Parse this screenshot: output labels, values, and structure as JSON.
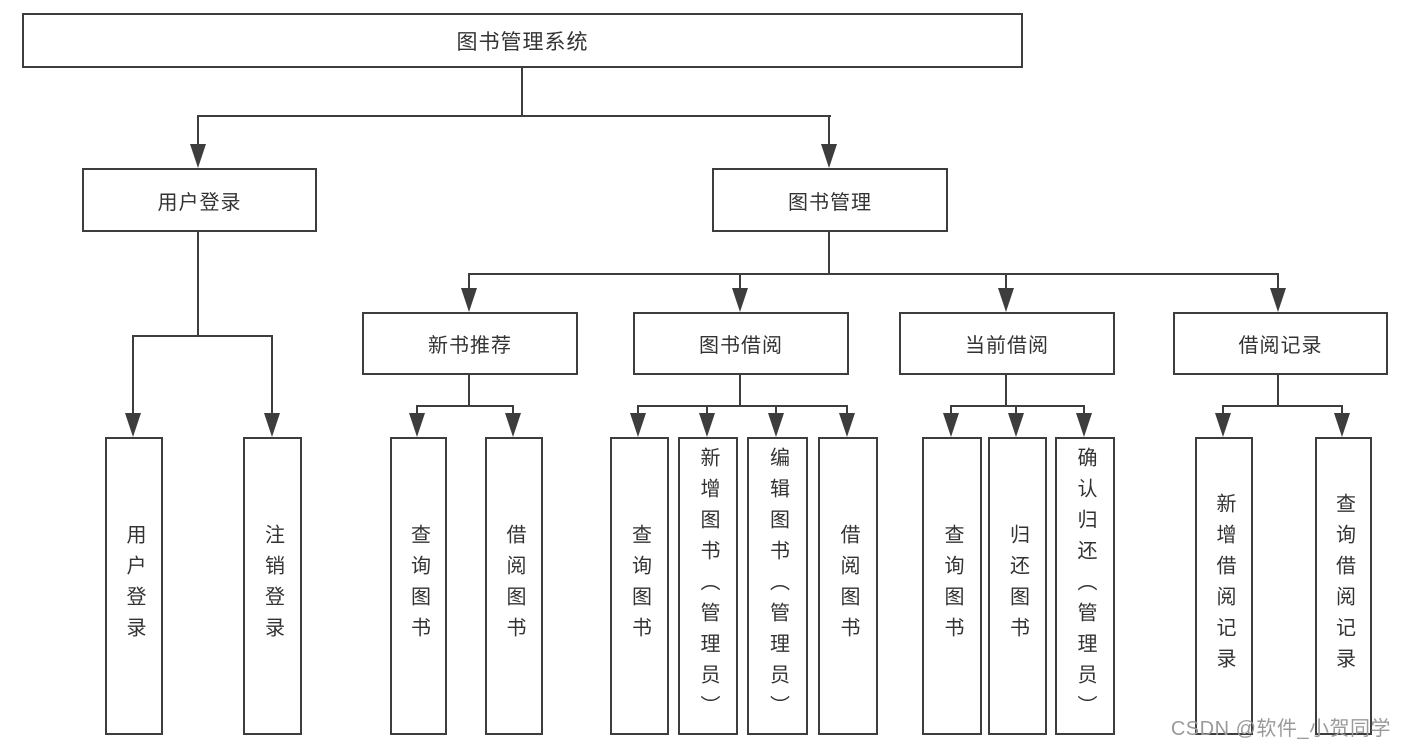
{
  "diagram": {
    "root": {
      "label": "图书管理系统"
    },
    "user_login": {
      "label": "用户登录",
      "children": {
        "login": {
          "label": "用户登录"
        },
        "logout": {
          "label": "注销登录"
        }
      }
    },
    "book_management": {
      "label": "图书管理",
      "children": {
        "new_book_recommend": {
          "label": "新书推荐",
          "children": {
            "search_book": {
              "label": "查询图书"
            },
            "borrow_book": {
              "label": "借阅图书"
            }
          }
        },
        "book_borrowing": {
          "label": "图书借阅",
          "children": {
            "search_book": {
              "label": "查询图书"
            },
            "add_book": {
              "label": "新增图书（管理员）"
            },
            "edit_book": {
              "label": "编辑图书（管理员）"
            },
            "borrow_book": {
              "label": "借阅图书"
            }
          }
        },
        "current_borrowing": {
          "label": "当前借阅",
          "children": {
            "search_book": {
              "label": "查询图书"
            },
            "return_book": {
              "label": "归还图书"
            },
            "confirm_return": {
              "label": "确认归还（管理员）"
            }
          }
        },
        "borrowing_records": {
          "label": "借阅记录",
          "children": {
            "add_record": {
              "label": "新增借阅记录"
            },
            "search_record": {
              "label": "查询借阅记录"
            }
          }
        }
      }
    }
  },
  "watermark": "CSDN @软件_小贺同学",
  "colors": {
    "line": "#3d3d3d",
    "text": "#333333",
    "watermark": "#9a9a9a",
    "background": "#ffffff"
  }
}
